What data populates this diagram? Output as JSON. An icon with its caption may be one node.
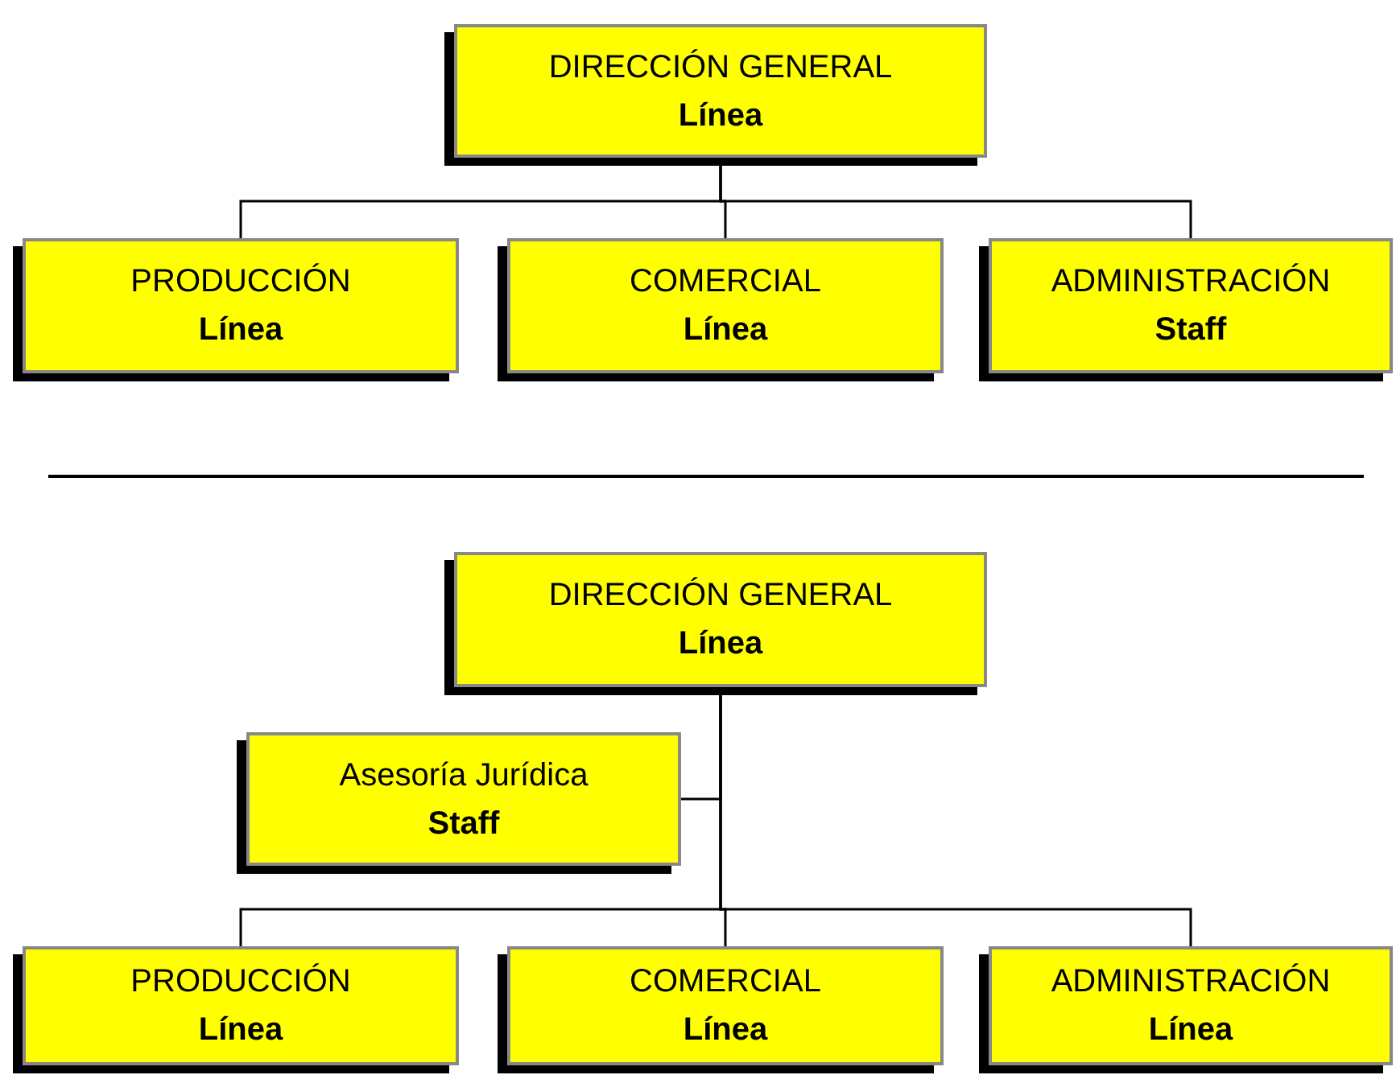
{
  "diagram": {
    "nodes": [
      {
        "text": [
          "DIRECCIÓN GENERAL",
          "Línea"
        ]
      },
      {
        "text": [
          "PRODUCCIÓN",
          "Línea"
        ]
      },
      {
        "text": [
          "COMERCIAL",
          "Línea"
        ]
      },
      {
        "text": [
          "ADMINISTRACIÓN",
          "Staff"
        ]
      },
      {
        "text": [
          "DIRECCIÓN GENERAL",
          "Línea"
        ]
      },
      {
        "text": [
          "Asesoría Jurídica",
          "Staff"
        ]
      },
      {
        "text": [
          "PRODUCCIÓN",
          "Línea"
        ]
      },
      {
        "text": [
          "COMERCIAL",
          "Línea"
        ]
      },
      {
        "text": [
          "ADMINISTRACIÓN",
          "Línea"
        ]
      }
    ],
    "edges": [
      {
        "from": 0,
        "to": 1,
        "arrow": "none"
      },
      {
        "from": 0,
        "to": 2,
        "arrow": "none"
      },
      {
        "from": 0,
        "to": 3,
        "arrow": "none"
      },
      {
        "from": 4,
        "to": 5,
        "arrow": "none"
      },
      {
        "from": 4,
        "to": 6,
        "arrow": "none"
      },
      {
        "from": 4,
        "to": 7,
        "arrow": "none"
      },
      {
        "from": 4,
        "to": 8,
        "arrow": "none"
      }
    ]
  }
}
